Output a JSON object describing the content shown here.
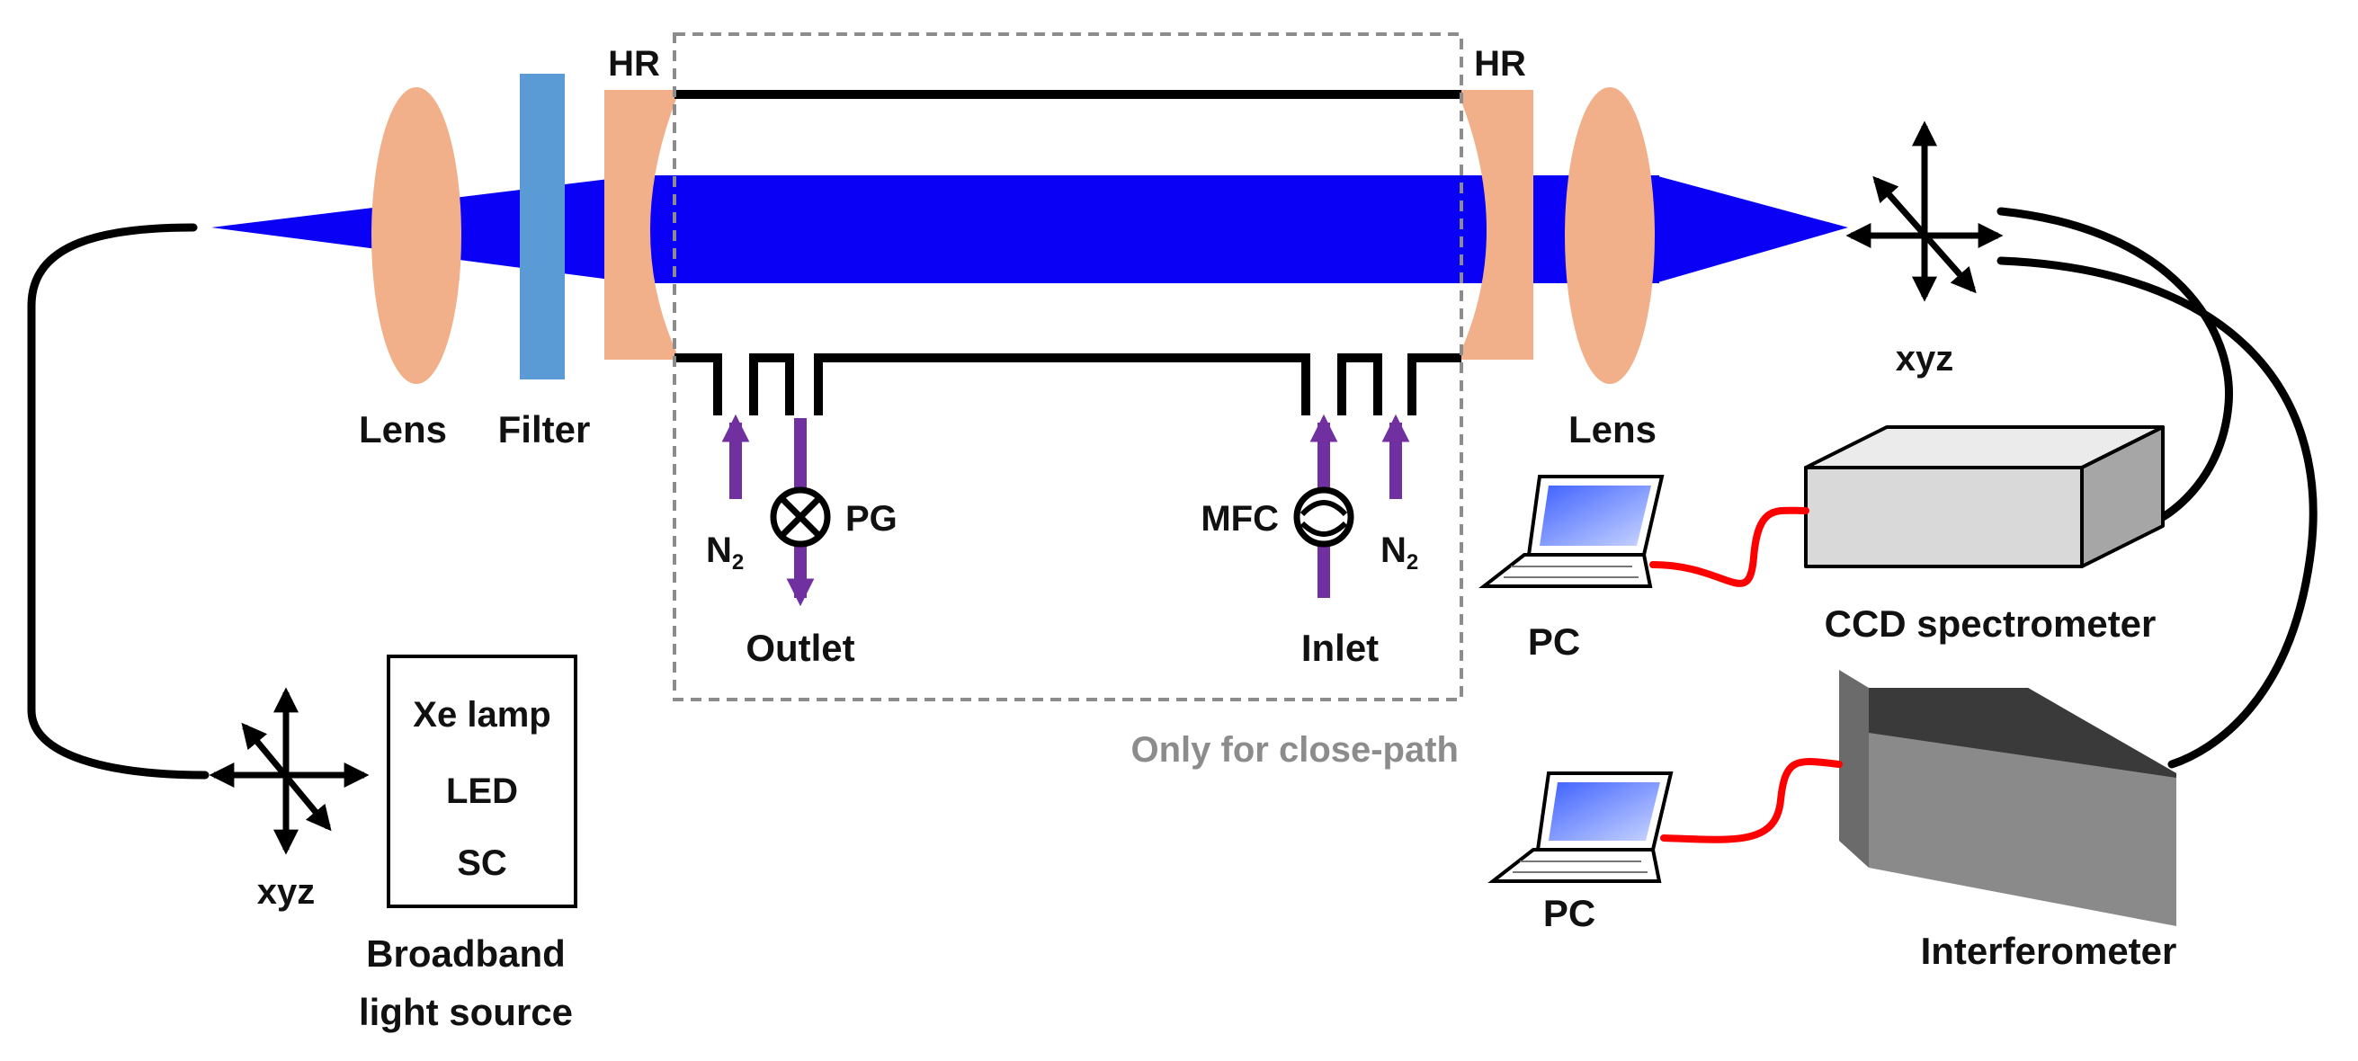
{
  "labels": {
    "hr_left": "HR",
    "hr_right": "HR",
    "lens_left": "Lens",
    "lens_right": "Lens",
    "filter": "Filter",
    "xyz_top": "xyz",
    "xyz_bottom": "xyz",
    "n2_left": "N",
    "n2_right": "N",
    "n2_sub": "2",
    "pg": "PG",
    "mfc": "MFC",
    "outlet": "Outlet",
    "inlet": "Inlet",
    "close_path": "Only for close-path",
    "pc_top": "PC",
    "pc_bottom": "PC",
    "ccd": "CCD spectrometer",
    "interferometer": "Interferometer",
    "source_lines": [
      "Xe lamp",
      "LED",
      "SC"
    ],
    "broadband_line1": "Broadband",
    "broadband_line2": "light source"
  },
  "colors": {
    "beam": "#0a00f5",
    "lens": "#f2b08a",
    "filter": "#5b9bd5",
    "gas_arrow": "#7030a0",
    "fiber": "#000000",
    "cable": "#ff0000",
    "ccd_box": "#d9d9d9",
    "interferometer_box": "#7f7f7f",
    "dashed_box": "#8c8c8c"
  },
  "icons": {
    "xyz_stage": "xyz-cross-arrows-icon",
    "pressure_gauge": "pressure-gauge-icon",
    "mass_flow_controller": "mass-flow-controller-icon",
    "laptop": "laptop-icon"
  }
}
